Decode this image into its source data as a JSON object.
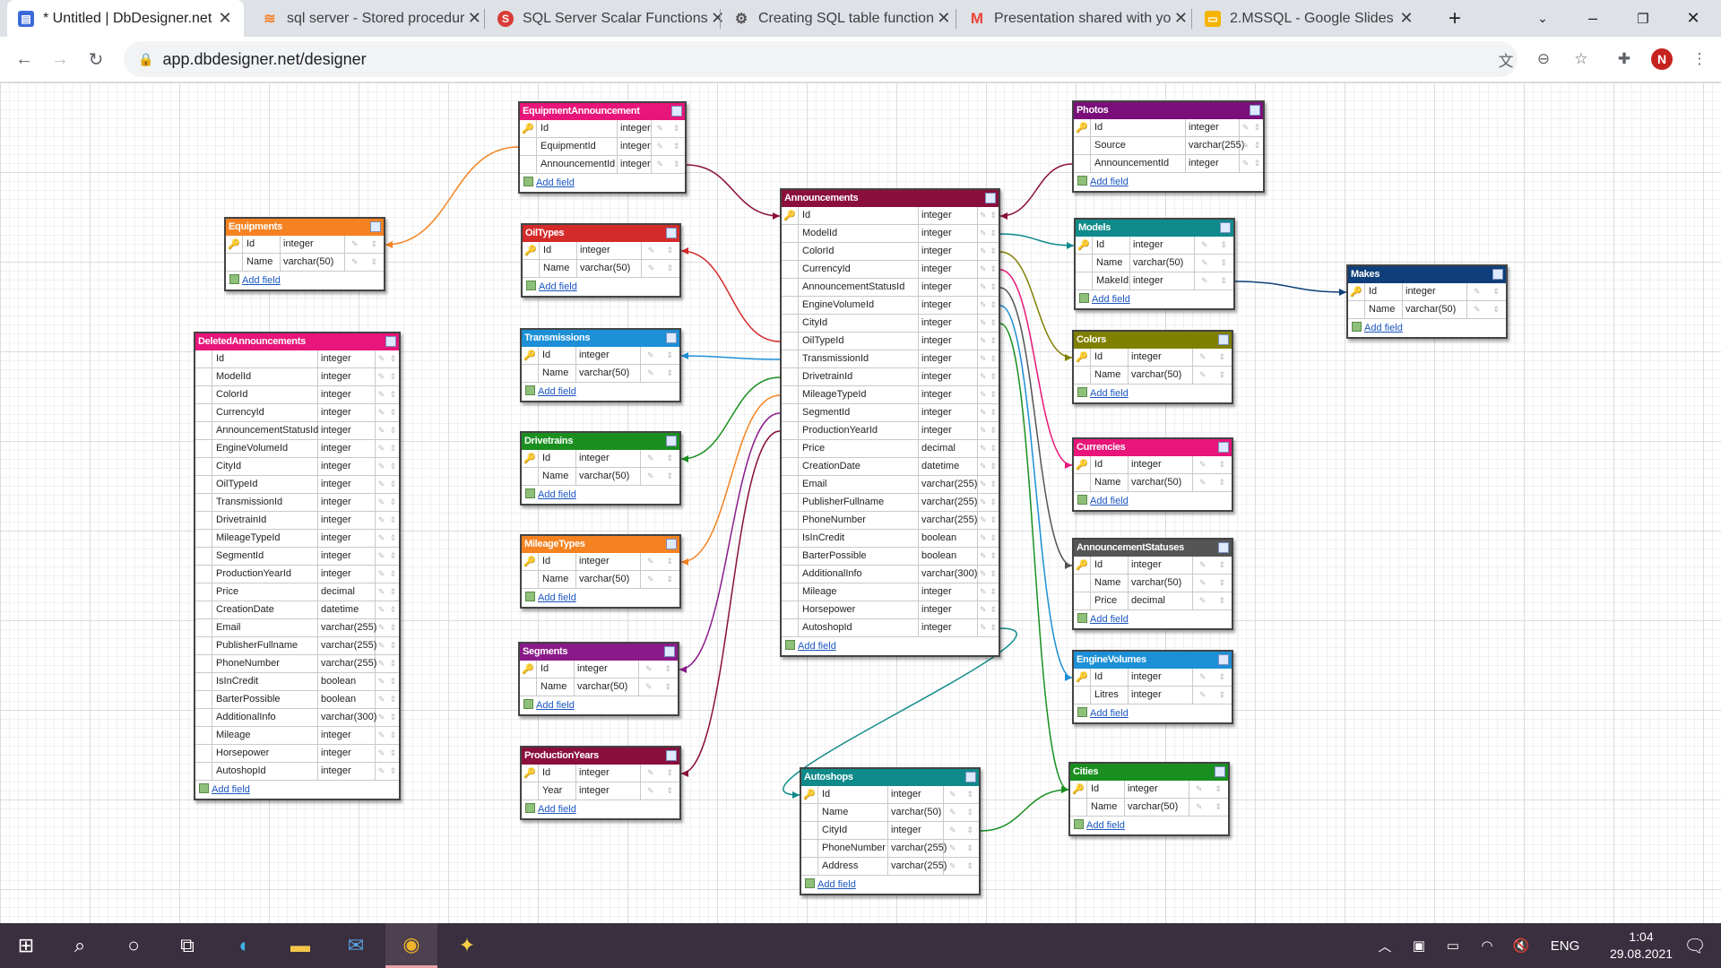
{
  "browser": {
    "tabs": [
      {
        "title": "* Untitled | DbDesigner.net",
        "active": true,
        "icon": "dbdesigner-icon",
        "color": "#3b6bd8"
      },
      {
        "title": "sql server - Stored procedur",
        "active": false,
        "icon": "stackoverflow-icon",
        "color": "#f48024"
      },
      {
        "title": "SQL Server Scalar Functions",
        "active": false,
        "icon": "sqltutorial-icon",
        "color": "#d93b36"
      },
      {
        "title": "Creating SQL table function",
        "active": false,
        "icon": "docs-icon",
        "color": "#555"
      },
      {
        "title": "Presentation shared with yo",
        "active": false,
        "icon": "gmail-icon",
        "color": "#ea4335"
      },
      {
        "title": "2.MSSQL - Google Slides",
        "active": false,
        "icon": "slides-icon",
        "color": "#f4b400"
      }
    ],
    "url": "app.dbdesigner.net/designer",
    "profile_initial": "N"
  },
  "tables": [
    {
      "id": "equipmentannouncement",
      "name": "EquipmentAnnouncement",
      "color": "#e8157a",
      "fields": [
        [
          "Id",
          "integer",
          true
        ],
        [
          "EquipmentId",
          "integer",
          false
        ],
        [
          "AnnouncementId",
          "integer",
          false
        ]
      ]
    },
    {
      "id": "equipments",
      "name": "Equipments",
      "color": "#f58220",
      "fields": [
        [
          "Id",
          "integer",
          true
        ],
        [
          "Name",
          "varchar(50)",
          false
        ]
      ]
    },
    {
      "id": "deletedannouncements",
      "name": "DeletedAnnouncements",
      "color": "#e8157a",
      "fields": [
        [
          "Id",
          "integer",
          false
        ],
        [
          "ModelId",
          "integer",
          false
        ],
        [
          "ColorId",
          "integer",
          false
        ],
        [
          "CurrencyId",
          "integer",
          false
        ],
        [
          "AnnouncementStatusId",
          "integer",
          false
        ],
        [
          "EngineVolumeId",
          "integer",
          false
        ],
        [
          "CityId",
          "integer",
          false
        ],
        [
          "OilTypeId",
          "integer",
          false
        ],
        [
          "TransmissionId",
          "integer",
          false
        ],
        [
          "DrivetrainId",
          "integer",
          false
        ],
        [
          "MileageTypeId",
          "integer",
          false
        ],
        [
          "SegmentId",
          "integer",
          false
        ],
        [
          "ProductionYearId",
          "integer",
          false
        ],
        [
          "Price",
          "decimal",
          false
        ],
        [
          "CreationDate",
          "datetime",
          false
        ],
        [
          "Email",
          "varchar(255)",
          false
        ],
        [
          "PublisherFullname",
          "varchar(255)",
          false
        ],
        [
          "PhoneNumber",
          "varchar(255)",
          false
        ],
        [
          "IsInCredit",
          "boolean",
          false
        ],
        [
          "BarterPossible",
          "boolean",
          false
        ],
        [
          "AdditionalInfo",
          "varchar(300)",
          false
        ],
        [
          "Mileage",
          "integer",
          false
        ],
        [
          "Horsepower",
          "integer",
          false
        ],
        [
          "AutoshopId",
          "integer",
          false
        ]
      ]
    },
    {
      "id": "oiltypes",
      "name": "OilTypes",
      "color": "#d42a2a",
      "fields": [
        [
          "Id",
          "integer",
          true
        ],
        [
          "Name",
          "varchar(50)",
          false
        ]
      ]
    },
    {
      "id": "transmissions",
      "name": "Transmissions",
      "color": "#1c8fd6",
      "fields": [
        [
          "Id",
          "integer",
          true
        ],
        [
          "Name",
          "varchar(50)",
          false
        ]
      ]
    },
    {
      "id": "drivetrains",
      "name": "Drivetrains",
      "color": "#1a8f20",
      "fields": [
        [
          "Id",
          "integer",
          true
        ],
        [
          "Name",
          "varchar(50)",
          false
        ]
      ]
    },
    {
      "id": "mileagetypes",
      "name": "MileageTypes",
      "color": "#f58220",
      "fields": [
        [
          "Id",
          "integer",
          true
        ],
        [
          "Name",
          "varchar(50)",
          false
        ]
      ]
    },
    {
      "id": "segments",
      "name": "Segments",
      "color": "#8a1a8a",
      "fields": [
        [
          "Id",
          "integer",
          true
        ],
        [
          "Name",
          "varchar(50)",
          false
        ]
      ]
    },
    {
      "id": "productionyears",
      "name": "ProductionYears",
      "color": "#8a0f3c",
      "fields": [
        [
          "Id",
          "integer",
          true
        ],
        [
          "Year",
          "integer",
          false
        ]
      ]
    },
    {
      "id": "announcements",
      "name": "Announcements",
      "color": "#8a0f3c",
      "fields": [
        [
          "Id",
          "integer",
          true
        ],
        [
          "ModelId",
          "integer",
          false
        ],
        [
          "ColorId",
          "integer",
          false
        ],
        [
          "CurrencyId",
          "integer",
          false
        ],
        [
          "AnnouncementStatusId",
          "integer",
          false
        ],
        [
          "EngineVolumeId",
          "integer",
          false
        ],
        [
          "CityId",
          "integer",
          false
        ],
        [
          "OilTypeId",
          "integer",
          false
        ],
        [
          "TransmissionId",
          "integer",
          false
        ],
        [
          "DrivetrainId",
          "integer",
          false
        ],
        [
          "MileageTypeId",
          "integer",
          false
        ],
        [
          "SegmentId",
          "integer",
          false
        ],
        [
          "ProductionYearId",
          "integer",
          false
        ],
        [
          "Price",
          "decimal",
          false
        ],
        [
          "CreationDate",
          "datetime",
          false
        ],
        [
          "Email",
          "varchar(255)",
          false
        ],
        [
          "PublisherFullname",
          "varchar(255)",
          false
        ],
        [
          "PhoneNumber",
          "varchar(255)",
          false
        ],
        [
          "IsInCredit",
          "boolean",
          false
        ],
        [
          "BarterPossible",
          "boolean",
          false
        ],
        [
          "AdditionalInfo",
          "varchar(300)",
          false
        ],
        [
          "Mileage",
          "integer",
          false
        ],
        [
          "Horsepower",
          "integer",
          false
        ],
        [
          "AutoshopId",
          "integer",
          false
        ]
      ]
    },
    {
      "id": "autoshops",
      "name": "Autoshops",
      "color": "#0f8a8a",
      "fields": [
        [
          "Id",
          "integer",
          true
        ],
        [
          "Name",
          "varchar(50)",
          false
        ],
        [
          "CityId",
          "integer",
          false
        ],
        [
          "PhoneNumber",
          "varchar(255)",
          false
        ],
        [
          "Address",
          "varchar(255)",
          false
        ]
      ]
    },
    {
      "id": "photos",
      "name": "Photos",
      "color": "#7a0f7a",
      "fields": [
        [
          "Id",
          "integer",
          true
        ],
        [
          "Source",
          "varchar(255)",
          false
        ],
        [
          "AnnouncementId",
          "integer",
          false
        ]
      ]
    },
    {
      "id": "models",
      "name": "Models",
      "color": "#0f8a8a",
      "fields": [
        [
          "Id",
          "integer",
          true
        ],
        [
          "Name",
          "varchar(50)",
          false
        ],
        [
          "MakeId",
          "integer",
          false
        ]
      ]
    },
    {
      "id": "makes",
      "name": "Makes",
      "color": "#0f3f7a",
      "fields": [
        [
          "Id",
          "integer",
          true
        ],
        [
          "Name",
          "varchar(50)",
          false
        ]
      ]
    },
    {
      "id": "colors",
      "name": "Colors",
      "color": "#808000",
      "fields": [
        [
          "Id",
          "integer",
          true
        ],
        [
          "Name",
          "varchar(50)",
          false
        ]
      ]
    },
    {
      "id": "currencies",
      "name": "Currencies",
      "color": "#e8157a",
      "fields": [
        [
          "Id",
          "integer",
          true
        ],
        [
          "Name",
          "varchar(50)",
          false
        ]
      ]
    },
    {
      "id": "announcementstatuses",
      "name": "AnnouncementStatuses",
      "color": "#555555",
      "fields": [
        [
          "Id",
          "integer",
          true
        ],
        [
          "Name",
          "varchar(50)",
          false
        ],
        [
          "Price",
          "decimal",
          false
        ]
      ]
    },
    {
      "id": "enginevolumes",
      "name": "EngineVolumes",
      "color": "#1c8fd6",
      "fields": [
        [
          "Id",
          "integer",
          true
        ],
        [
          "Litres",
          "integer",
          false
        ]
      ]
    },
    {
      "id": "cities",
      "name": "Cities",
      "color": "#1a8f20",
      "fields": [
        [
          "Id",
          "integer",
          true
        ],
        [
          "Name",
          "varchar(50)",
          false
        ]
      ]
    }
  ],
  "add_field_label": "Add field",
  "relations": [
    {
      "from": "equipmentannouncement",
      "field": 1,
      "to": "equipments",
      "color": "#f58220"
    },
    {
      "from": "equipmentannouncement",
      "field": 2,
      "to": "announcements",
      "color": "#8a0f3c"
    },
    {
      "from": "announcements",
      "field": 7,
      "to": "oiltypes",
      "color": "#d42a2a"
    },
    {
      "from": "announcements",
      "field": 8,
      "to": "transmissions",
      "color": "#1c8fd6"
    },
    {
      "from": "announcements",
      "field": 9,
      "to": "drivetrains",
      "color": "#1a8f20"
    },
    {
      "from": "announcements",
      "field": 10,
      "to": "mileagetypes",
      "color": "#f58220"
    },
    {
      "from": "announcements",
      "field": 11,
      "to": "segments",
      "color": "#8a1a8a"
    },
    {
      "from": "announcements",
      "field": 12,
      "to": "productionyears",
      "color": "#8a0f3c"
    },
    {
      "from": "announcements",
      "field": 23,
      "to": "autoshops",
      "color": "#0f8a8a"
    },
    {
      "from": "photos",
      "field": 2,
      "to": "announcements",
      "color": "#8a0f3c"
    },
    {
      "from": "announcements",
      "field": 1,
      "to": "models",
      "color": "#0f8a8a"
    },
    {
      "from": "models",
      "field": 2,
      "to": "makes",
      "color": "#0f3f7a"
    },
    {
      "from": "announcements",
      "field": 2,
      "to": "colors",
      "color": "#808000"
    },
    {
      "from": "announcements",
      "field": 3,
      "to": "currencies",
      "color": "#e8157a"
    },
    {
      "from": "announcements",
      "field": 4,
      "to": "announcementstatuses",
      "color": "#555555"
    },
    {
      "from": "announcements",
      "field": 5,
      "to": "enginevolumes",
      "color": "#1c8fd6"
    },
    {
      "from": "announcements",
      "field": 6,
      "to": "cities",
      "color": "#1a8f20"
    },
    {
      "from": "autoshops",
      "field": 2,
      "to": "cities",
      "color": "#1a8f20"
    }
  ],
  "taskbar": {
    "language": "ENG",
    "time": "1:04",
    "date": "29.08.2021"
  }
}
